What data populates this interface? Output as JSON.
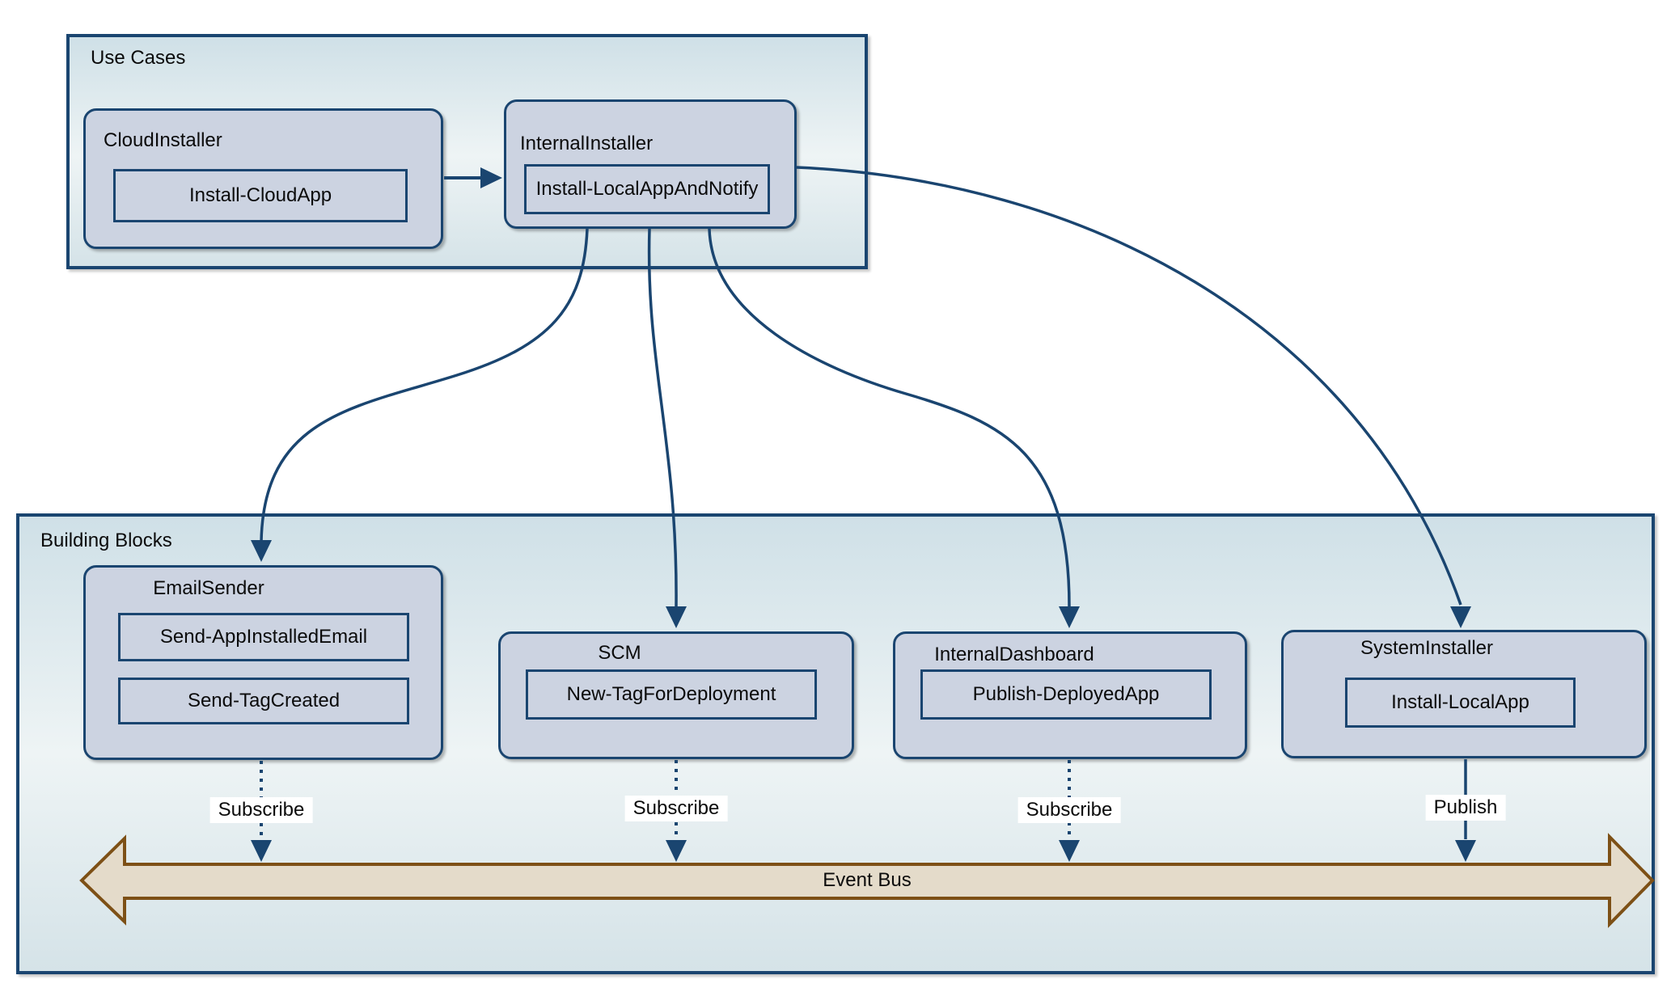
{
  "use_cases": {
    "title": "Use Cases",
    "cloud_installer": {
      "label": "CloudInstaller",
      "operation": "Install-CloudApp"
    },
    "internal_installer": {
      "label": "InternalInstaller",
      "operation": "Install-LocalAppAndNotify"
    }
  },
  "building_blocks": {
    "title": "Building Blocks",
    "email_sender": {
      "label": "EmailSender",
      "operations": [
        "Send-AppInstalledEmail",
        "Send-TagCreated"
      ],
      "edge_label": "Subscribe"
    },
    "scm": {
      "label": "SCM",
      "operations": [
        "New-TagForDeployment"
      ],
      "edge_label": "Subscribe"
    },
    "internal_dashboard": {
      "label": "InternalDashboard",
      "operations": [
        "Publish-DeployedApp"
      ],
      "edge_label": "Subscribe"
    },
    "system_installer": {
      "label": "SystemInstaller",
      "operations": [
        "Install-LocalApp"
      ],
      "edge_label": "Publish"
    }
  },
  "event_bus": {
    "label": "Event Bus"
  },
  "colors": {
    "connector": "#1a4570",
    "node_fill": "#ccd3e1",
    "container_fill_top": "#cfe0e7",
    "bus_fill": "#e4dbca",
    "bus_border": "#7d5016",
    "edge_label_background": "#ffffff",
    "text": "#0b0b0b"
  }
}
